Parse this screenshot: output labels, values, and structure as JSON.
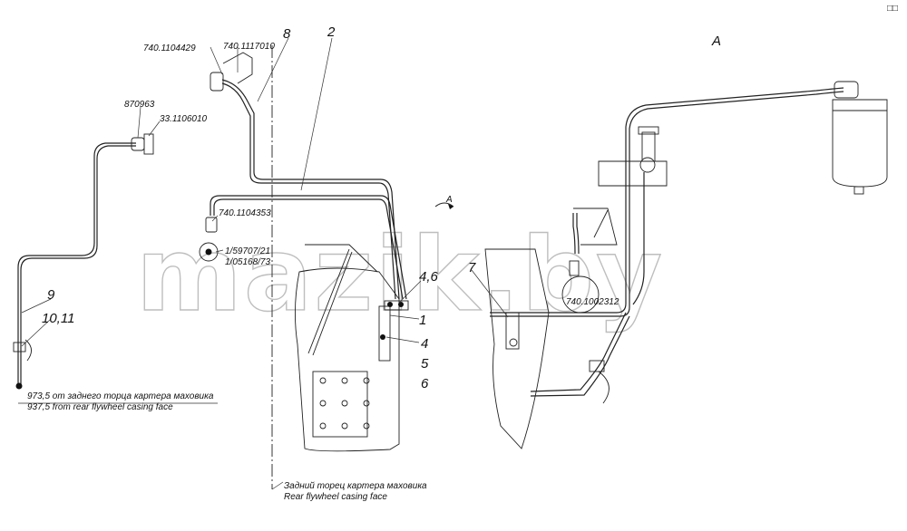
{
  "diagram": {
    "view_label": "A",
    "view_marker": "A",
    "watermark": "mazik.by",
    "part_numbers": {
      "p_740_1104429": "740.1104429",
      "p_740_1117010": "740.1117010",
      "p_870963": "870963",
      "p_33_1106010": "33.1106010",
      "p_740_1104353": "740.1104353",
      "p_1_59707_21": "1/59707/21",
      "p_1_05168_73": "1/05168/73",
      "p_740_1002312": "740.1002312"
    },
    "callouts": {
      "c8": "8",
      "c2": "2",
      "c9": "9",
      "c10_11": "10,11",
      "c4_6": "4,6",
      "c1": "1",
      "c4": "4",
      "c5": "5",
      "c6": "6",
      "c7": "7"
    },
    "notes": {
      "dim_ru": "973,5 от заднего торца картера маховика",
      "dim_en": "937,5 from rear flywheel casing face",
      "face_ru": "Задний торец картера маховика",
      "face_en": "Rear flywheel casing face"
    }
  }
}
